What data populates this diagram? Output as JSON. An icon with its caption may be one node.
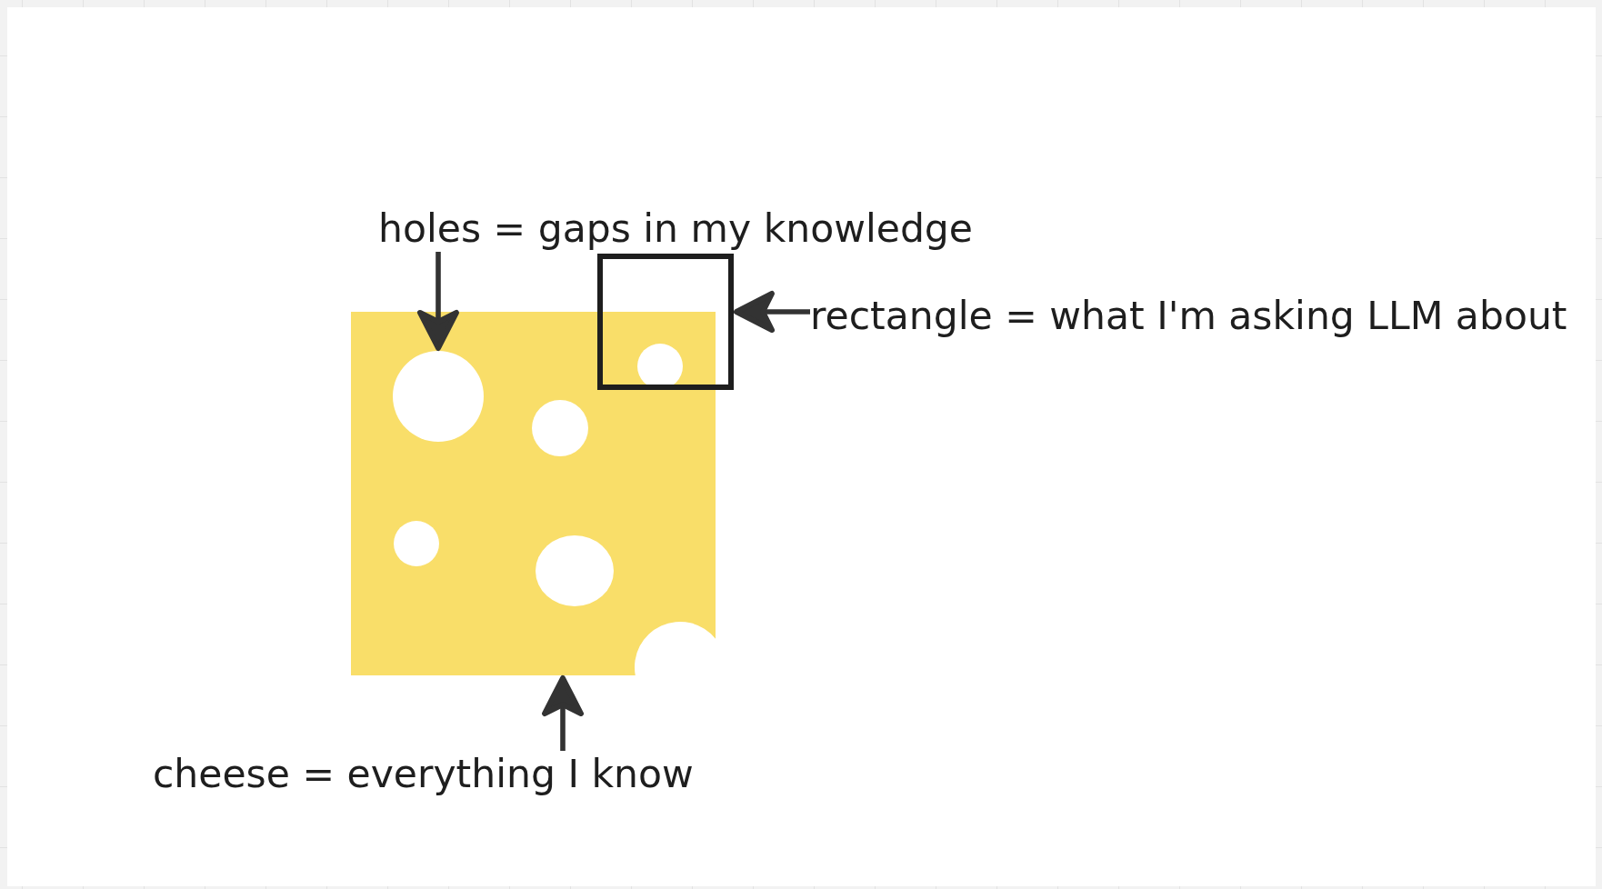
{
  "diagram": {
    "nodes": [
      {
        "text": [
          "holes = gaps in my knowledge"
        ]
      },
      {
        "text": [],
        "shape": "box"
      },
      {
        "text": [
          "rectangle = what I'm asking LLM about"
        ]
      },
      {
        "text": [],
        "shape": "picture"
      },
      {
        "text": [],
        "shape": "circle",
        "in": 3
      },
      {
        "text": [
          "cheese = everything I know"
        ]
      }
    ],
    "edges": [
      {
        "from": 0,
        "to": 4,
        "arrow": "to"
      },
      {
        "from": 2,
        "to": 1,
        "arrow": "to"
      },
      {
        "from": 5,
        "to": 3,
        "arrow": "to"
      }
    ]
  }
}
